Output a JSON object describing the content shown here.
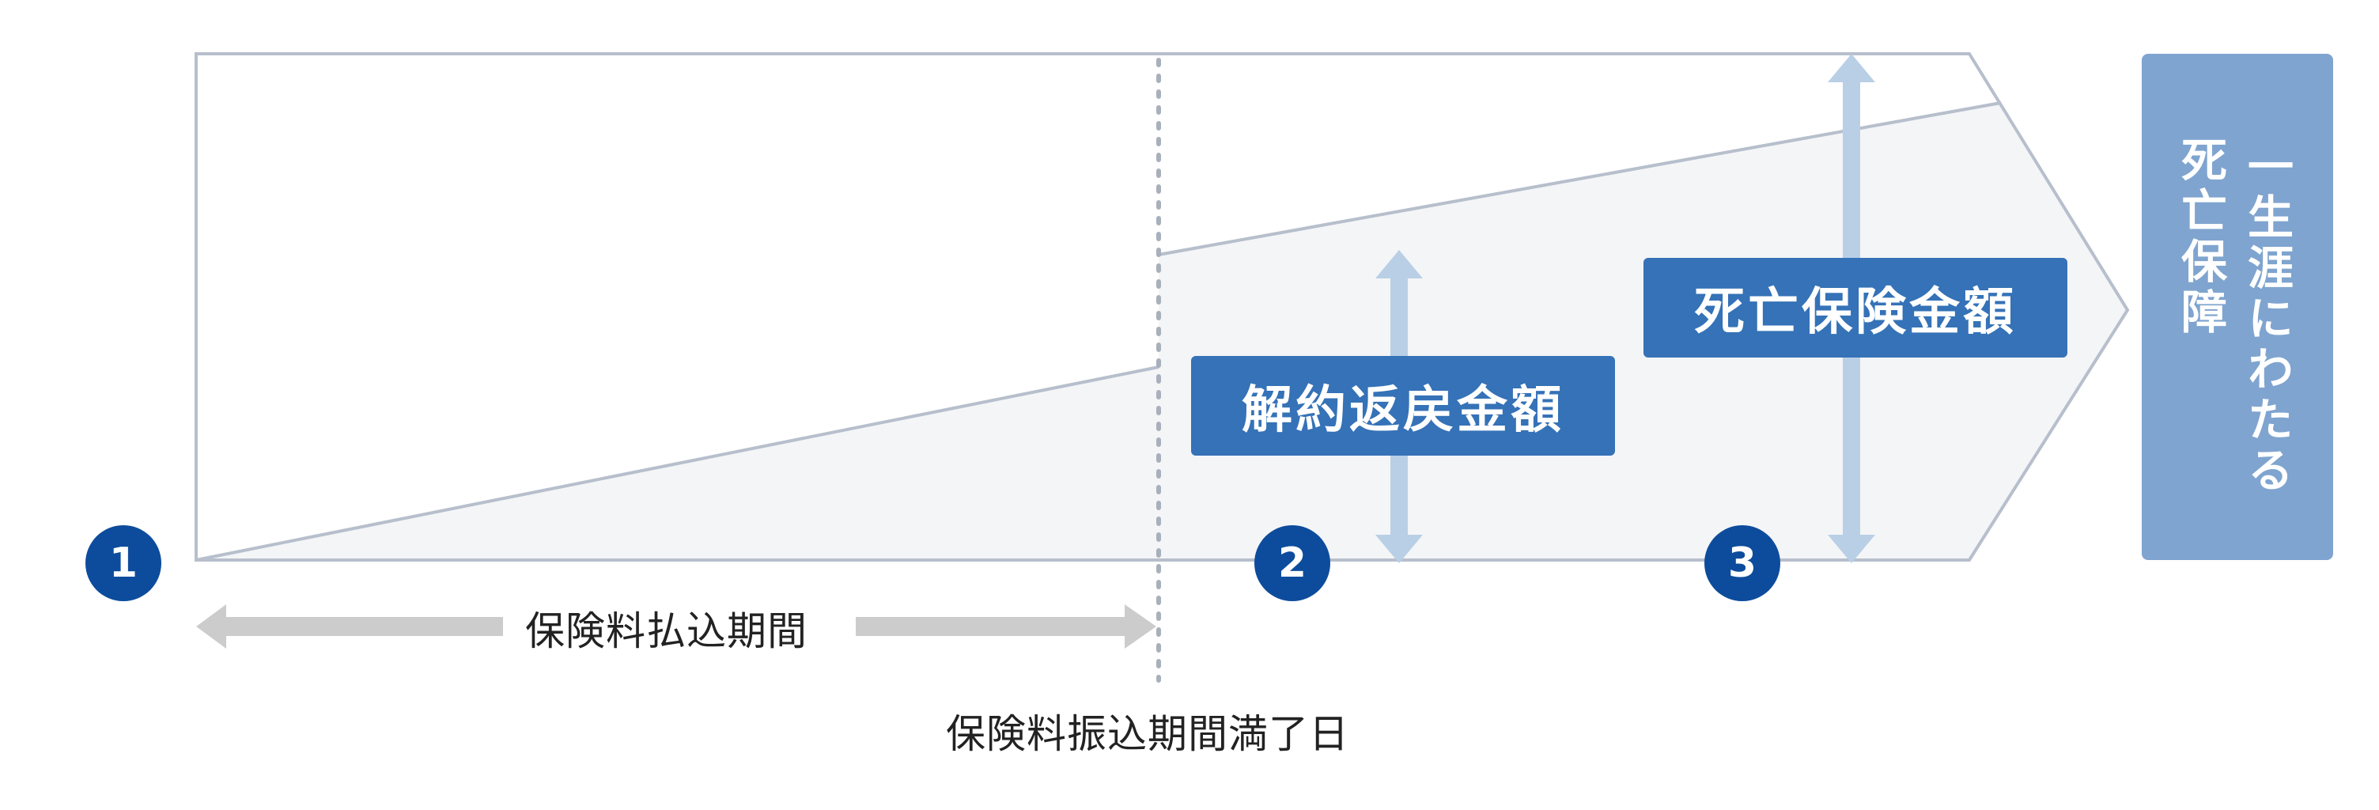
{
  "diagram": {
    "steps": [
      "1",
      "2",
      "3"
    ],
    "labels": {
      "surrender_value": "解約返戻金額",
      "death_benefit": "死亡保険金額",
      "payment_period": "保険料払込期間",
      "payment_end_date": "保険料振込期間満了日"
    },
    "side_panel": {
      "line1": "一生涯にわたる",
      "line2": "死亡保障"
    },
    "colors": {
      "outline": "#b7bfcc",
      "fill_area": "#f4f5f7",
      "label_box": "#3572b7",
      "step_circle": "#0d4c9c",
      "arrow_light_blue": "#b9cfe6",
      "arrow_gray": "#cccccc",
      "side_panel": "#7fa4cf"
    }
  }
}
